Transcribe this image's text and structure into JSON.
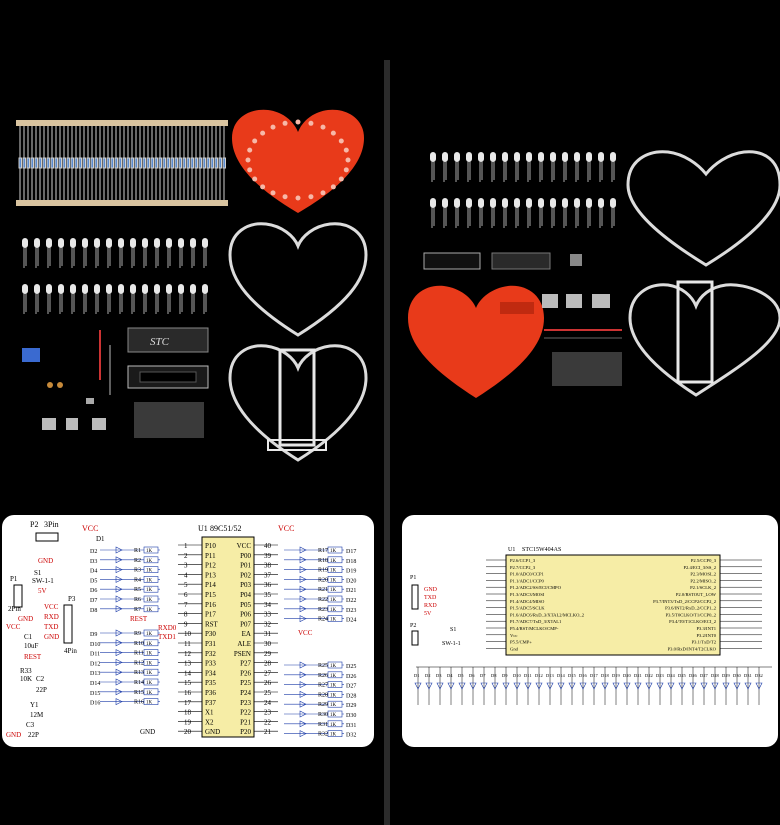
{
  "left_schematic": {
    "header": {
      "p2": "P2",
      "pin3": "3Pin",
      "u1": "U1",
      "chip": "89C51/52",
      "vcc": "VCC"
    },
    "left_labels": {
      "gnd": "GND",
      "s1": "S1",
      "sw": "SW-1-1",
      "p1": "P1",
      "v5": "5V",
      "pin2": "2Pin",
      "gnd2": "GND",
      "vcc2": "VCC",
      "c1": "C1",
      "c1v": "10uF",
      "rest": "REST",
      "r33": "R33",
      "r33v": "10K",
      "c2": "C2",
      "c2v": "22P",
      "y1": "Y1",
      "y1v": "12M",
      "c3": "C3",
      "c3v": "22P",
      "gnd3": "GND",
      "p3": "P3",
      "pin4": "4Pin",
      "vcc3": "VCC",
      "rxd": "RXD",
      "txd": "TXD",
      "gnd4": "GND"
    },
    "d1": "D1",
    "rxd0": "RXD0",
    "txd1": "TXD1",
    "rest2": "REST",
    "gnd5": "GND",
    "vcc4": "VCC",
    "vcc5": "VCC",
    "chip_left_pins": [
      "P10",
      "P11",
      "P12",
      "P13",
      "P14",
      "P15",
      "P16",
      "P17",
      "RST",
      "P30",
      "P31",
      "P32",
      "P33",
      "P34",
      "P35",
      "P36",
      "P37",
      "X1",
      "X2",
      "GND"
    ],
    "chip_right_pins": [
      "VCC",
      "P00",
      "P01",
      "P02",
      "P03",
      "P04",
      "P05",
      "P06",
      "P07",
      "EA",
      "ALE",
      "PSEN",
      "P27",
      "P26",
      "P25",
      "P24",
      "P23",
      "P22",
      "P21",
      "P20"
    ],
    "chip_left_nums": [
      "1",
      "2",
      "3",
      "4",
      "5",
      "6",
      "7",
      "8",
      "9",
      "10",
      "11",
      "12",
      "13",
      "14",
      "15",
      "16",
      "17",
      "18",
      "19",
      "20"
    ],
    "chip_right_nums": [
      "40",
      "39",
      "38",
      "37",
      "36",
      "35",
      "34",
      "33",
      "32",
      "31",
      "30",
      "29",
      "28",
      "27",
      "26",
      "25",
      "24",
      "23",
      "22",
      "21"
    ],
    "left_resistors": [
      "R1",
      "R2",
      "R3",
      "R4",
      "R5",
      "R6",
      "R7",
      "R8",
      "R9",
      "R10",
      "R11",
      "R12",
      "R13",
      "R14",
      "R15",
      "R16"
    ],
    "left_diodes": [
      "D2",
      "D3",
      "D4",
      "D5",
      "D6",
      "D7",
      "D8",
      "D9",
      "D10",
      "D11",
      "D12",
      "D13",
      "D14",
      "D15",
      "D16"
    ],
    "right_resistors": [
      "R17",
      "R18",
      "R19",
      "R20",
      "R21",
      "R22",
      "R23",
      "R24",
      "R25",
      "R26",
      "R27",
      "R28",
      "R29",
      "R30",
      "R31",
      "R32"
    ],
    "right_diodes": [
      "D17",
      "D18",
      "D19",
      "D20",
      "D21",
      "D22",
      "D23",
      "D24",
      "D25",
      "D26",
      "D27",
      "D28",
      "D29",
      "D30",
      "D31",
      "D32"
    ],
    "res_value": "1K"
  },
  "right_schematic": {
    "u1": "U1",
    "chip": "STC15W404AS",
    "left_pins": [
      "P2.6/CCP1_3",
      "P2.7/CCP2_3",
      "P1.0/ADC0/CCP1",
      "P1.1/ADC1/CCP0",
      "P1.2/ADC2/SS/ECI/CMPO",
      "P1.3/ADC3/MOSI",
      "P1.4/ADC4/MISO",
      "P1.5/ADC5/SCLK",
      "P1.6/ADC6/RxD_3/XTAL2/MCLKO_2",
      "P1.7/ADC7/TxD_3/XTAL1",
      "P5.4/RST/MCLKO/CMP-",
      "Vcc",
      "P5.5/CMP+",
      "Gnd"
    ],
    "right_pins": [
      "P2.5/CCP0_3",
      "P2.4/ECI_3/SS_2",
      "P2.3/MOSI_2",
      "P2.2/MISO_2",
      "P2.1/SCLK_2",
      "P2.0/RSTOUT_LOW",
      "P3.7/INT3/TxD_2/CCP2/CCP2_2",
      "P3.6/INT2/RxD_2/CCP1_2",
      "P3.5/T0CLKO/T1/CCP0_2",
      "P3.4/T0/T1CLKO/ECI_2",
      "P3.3/INT1",
      "P3.2/INT0",
      "P3.1/TxD/T2",
      "P3.0/RxD/INT4/T2CLKO"
    ],
    "p1": "P1",
    "p2": "P2",
    "gnd": "GND",
    "txd": "TXD",
    "rxd": "RXD",
    "v5": "5V",
    "s1": "S1",
    "sw": "SW-1-1",
    "leds": [
      "D1",
      "D2",
      "D3",
      "D4",
      "D5",
      "D6",
      "D7",
      "D8",
      "D9",
      "D10",
      "D11",
      "D12",
      "D13",
      "D14",
      "D15",
      "D16",
      "D17",
      "D18",
      "D19",
      "D20",
      "D21",
      "D22",
      "D23",
      "D24",
      "D25",
      "D26",
      "D27",
      "D28",
      "D29",
      "D30",
      "D31",
      "D32"
    ]
  },
  "chip_marking": "STC"
}
